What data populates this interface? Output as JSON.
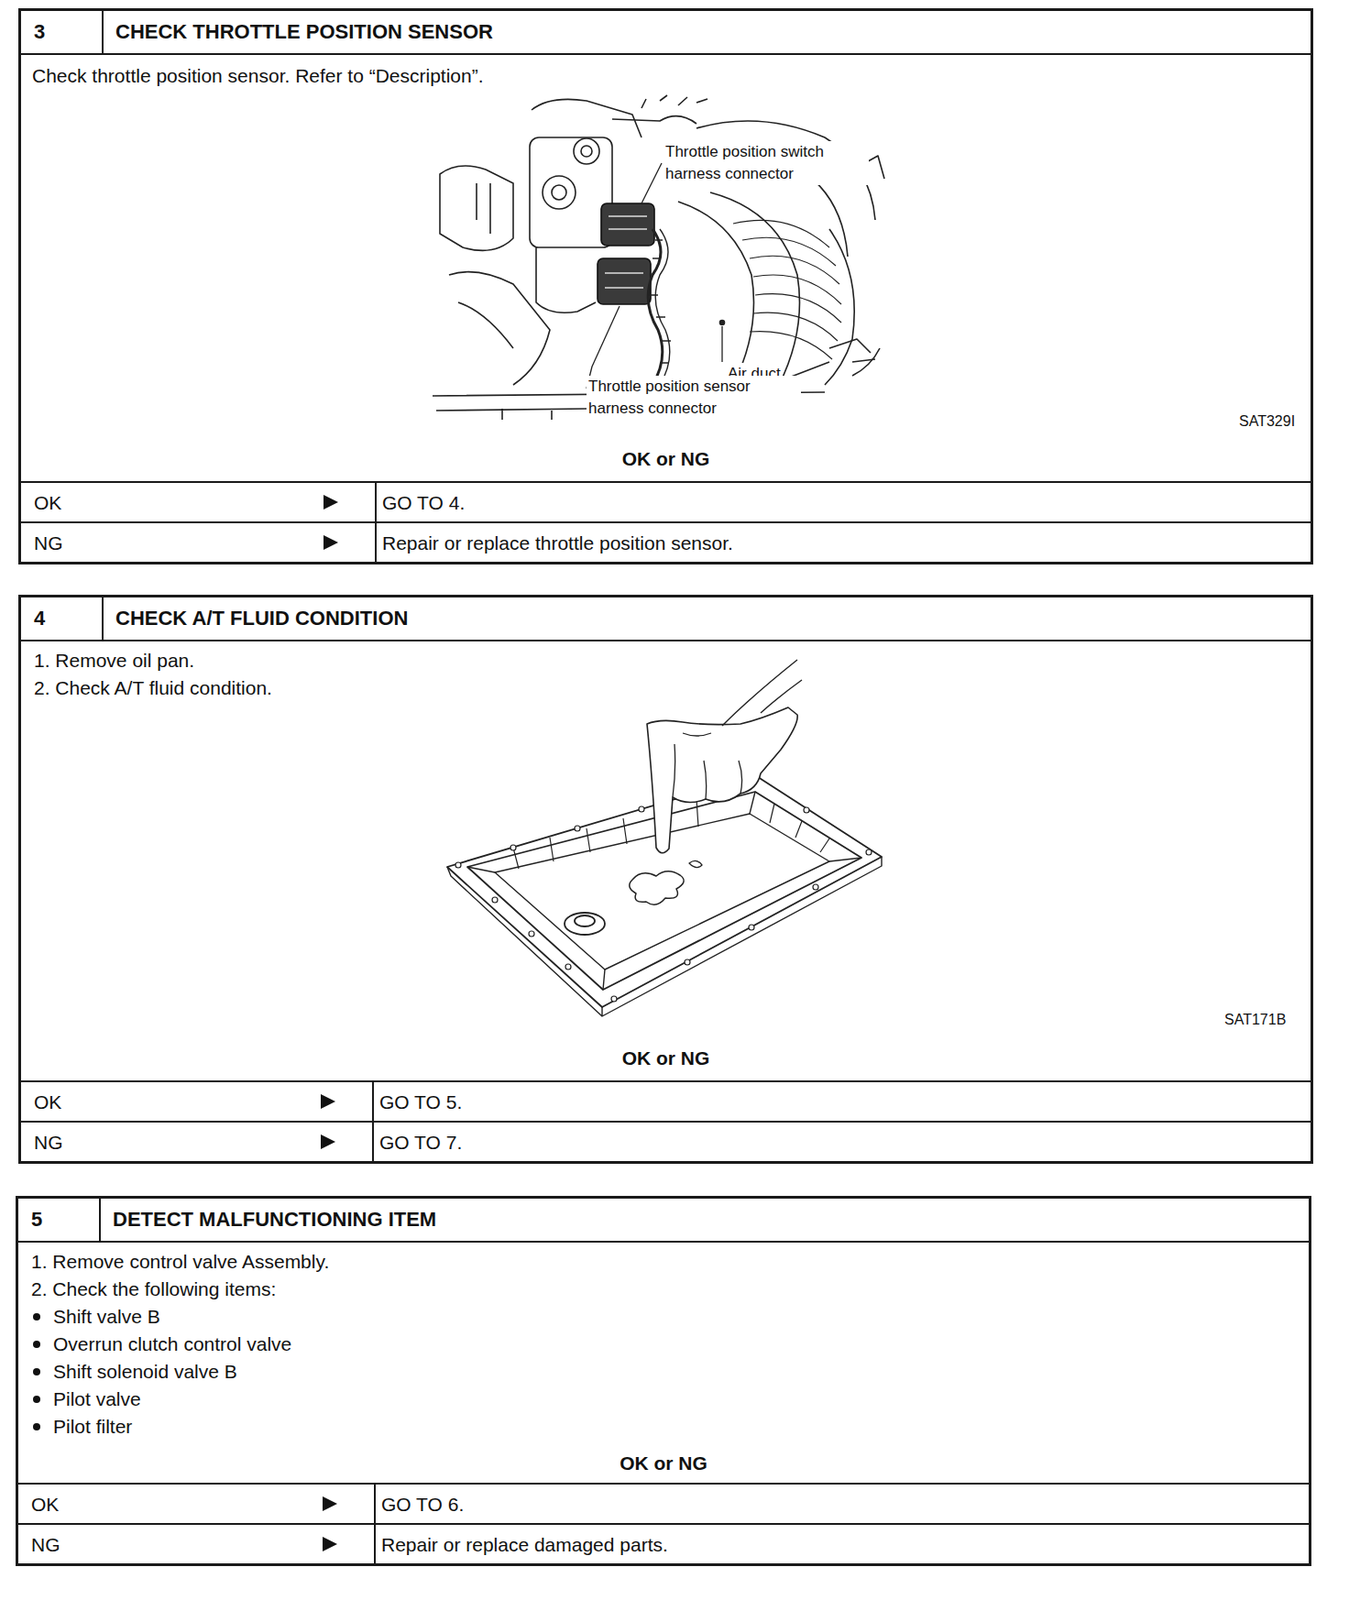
{
  "diagram": {
    "nodes": [
      {
        "text": [
          "3",
          "CHECK THROTTLE POSITION SENSOR",
          "Check throttle position sensor. Refer to “Description”.",
          "OK or NG"
        ]
      },
      {
        "text": [
          "OK",
          "GO TO 4."
        ],
        "in": 0
      },
      {
        "text": [
          "NG",
          "Repair or replace throttle position sensor."
        ],
        "in": 0
      },
      {
        "text": [
          "4",
          "CHECK A/T FLUID CONDITION",
          "1. Remove oil pan.",
          "2. Check A/T fluid condition.",
          "OK or NG"
        ]
      },
      {
        "text": [
          "OK",
          "GO TO 5."
        ],
        "in": 3
      },
      {
        "text": [
          "NG",
          "GO TO 7."
        ],
        "in": 3
      },
      {
        "text": [
          "5",
          "DETECT MALFUNCTIONING ITEM",
          "1. Remove control valve Assembly.",
          "2. Check the following items:",
          "Shift valve B",
          "Overrun clutch control valve",
          "Shift solenoid valve B",
          "Pilot valve",
          "Pilot filter",
          "OK or NG"
        ]
      },
      {
        "text": [
          "OK",
          "GO TO 6."
        ],
        "in": 6
      },
      {
        "text": [
          "NG",
          "Repair or replace damaged parts."
        ],
        "in": 6
      }
    ],
    "labels": [
      "Throttle position switch harness connector",
      "Air duct",
      "Throttle position sensor harness connector",
      "SAT329I",
      "SAT171B"
    ]
  }
}
